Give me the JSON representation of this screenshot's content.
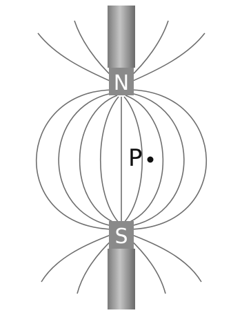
{
  "diagram": {
    "north_label": "N",
    "south_label": "S",
    "point_label": "P",
    "colors": {
      "rod_dark": "#7a7a7a",
      "rod_light": "#c4c4c4",
      "field_line": "#6e6e6e",
      "point": "#111111",
      "background": "#ffffff"
    }
  }
}
